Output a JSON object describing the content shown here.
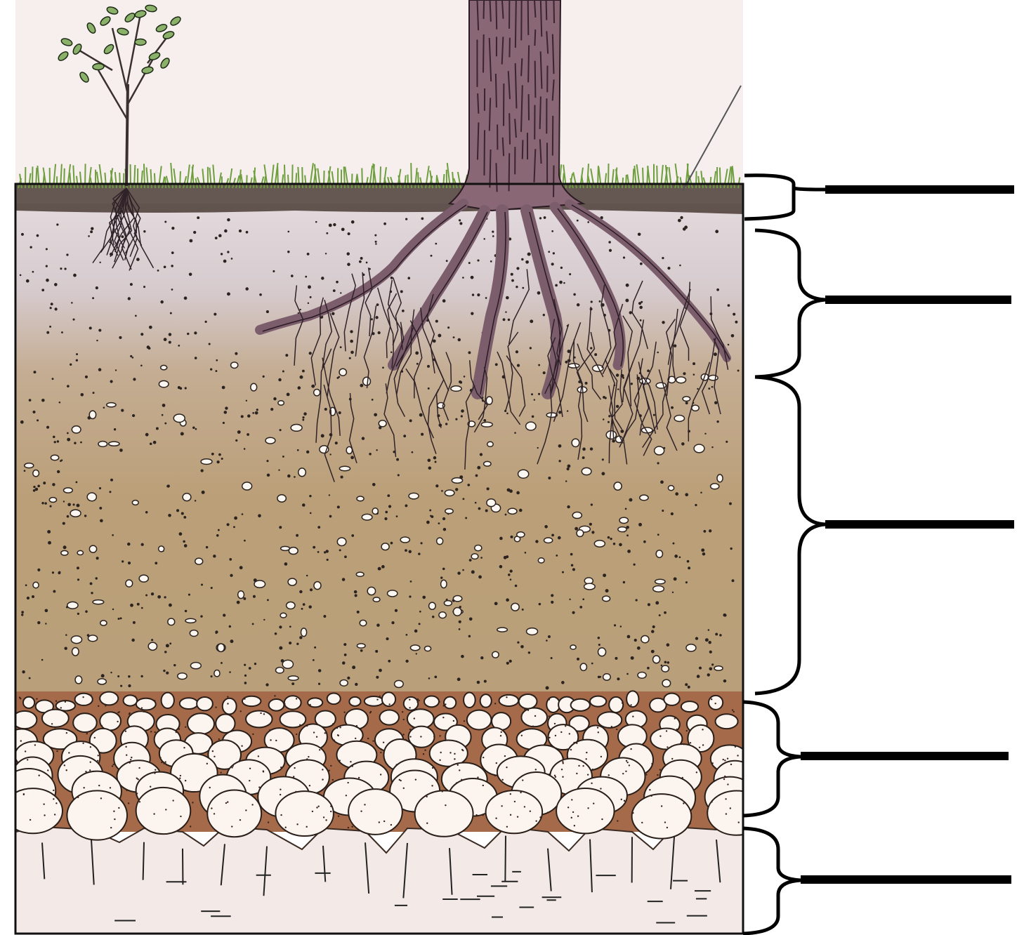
{
  "figure": {
    "colors": {
      "sky": "#f6efee",
      "organic_layer": "#4a3b34",
      "grass": "#7fae4c",
      "topsoil": "#d8cdd0",
      "subsoil": "#b79a72",
      "weathered_layer": "#a56a4a",
      "bedrock": "#f3e9e6",
      "trunk": "#8a6775",
      "outline": "#111111"
    },
    "horizons": [
      {
        "name": "organic-layer",
        "label": ""
      },
      {
        "name": "topsoil",
        "label": ""
      },
      {
        "name": "subsoil",
        "label": ""
      },
      {
        "name": "weathered-rock",
        "label": ""
      },
      {
        "name": "bedrock",
        "label": ""
      }
    ]
  }
}
